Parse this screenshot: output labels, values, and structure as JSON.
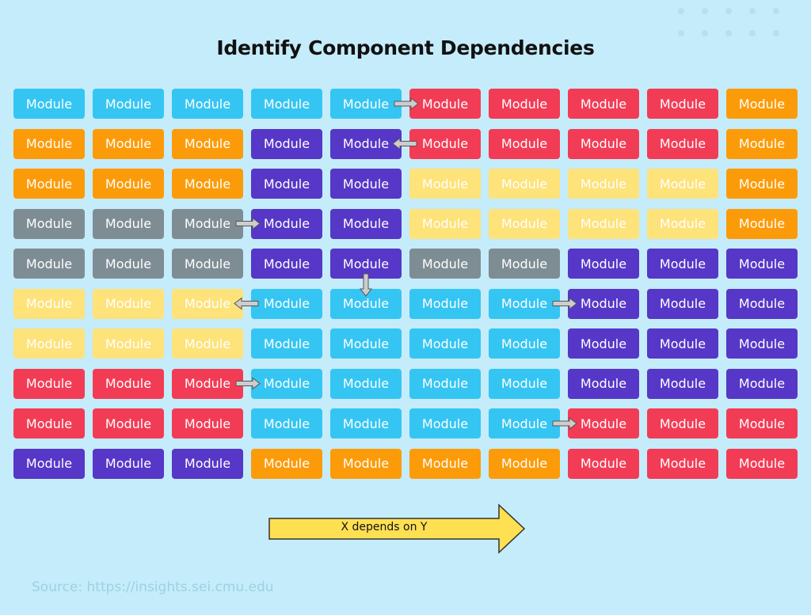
{
  "title": "Identify Component Dependencies",
  "module_label": "Module",
  "colors": {
    "background": "#c5ecfa",
    "cyan": "#35c5f3",
    "red": "#f23c55",
    "orange": "#fc9b09",
    "purple": "#5637c7",
    "yellow": "#fee27a",
    "gray": "#7e8d94",
    "arrow": "#cdcdcd",
    "arrow_outline": "#555555",
    "legend_arrow": "#fee052"
  },
  "grid": {
    "rows": [
      [
        "cyan",
        "cyan",
        "cyan",
        "cyan",
        "cyan",
        "red",
        "red",
        "red",
        "red",
        "orange"
      ],
      [
        "orange",
        "orange",
        "orange",
        "purple",
        "purple",
        "red",
        "red",
        "red",
        "red",
        "orange"
      ],
      [
        "orange",
        "orange",
        "orange",
        "purple",
        "purple",
        "yellow",
        "yellow",
        "yellow",
        "yellow",
        "orange"
      ],
      [
        "gray",
        "gray",
        "gray",
        "purple",
        "purple",
        "yellow",
        "yellow",
        "yellow",
        "yellow",
        "orange"
      ],
      [
        "gray",
        "gray",
        "gray",
        "purple",
        "purple",
        "gray",
        "gray",
        "purple",
        "purple",
        "purple"
      ],
      [
        "yellow",
        "yellow",
        "yellow",
        "cyan",
        "cyan",
        "cyan",
        "cyan",
        "purple",
        "purple",
        "purple"
      ],
      [
        "yellow",
        "yellow",
        "yellow",
        "cyan",
        "cyan",
        "cyan",
        "cyan",
        "purple",
        "purple",
        "purple"
      ],
      [
        "red",
        "red",
        "red",
        "cyan",
        "cyan",
        "cyan",
        "cyan",
        "purple",
        "purple",
        "purple"
      ],
      [
        "red",
        "red",
        "red",
        "cyan",
        "cyan",
        "cyan",
        "cyan",
        "red",
        "red",
        "red"
      ],
      [
        "purple",
        "purple",
        "purple",
        "orange",
        "orange",
        "orange",
        "orange",
        "red",
        "red",
        "red"
      ]
    ]
  },
  "dependencies": [
    {
      "from": [
        0,
        4
      ],
      "to": [
        0,
        5
      ]
    },
    {
      "from": [
        1,
        5
      ],
      "to": [
        1,
        4
      ]
    },
    {
      "from": [
        3,
        2
      ],
      "to": [
        3,
        3
      ]
    },
    {
      "from": [
        4,
        4
      ],
      "to": [
        5,
        4
      ]
    },
    {
      "from": [
        5,
        3
      ],
      "to": [
        5,
        2
      ]
    },
    {
      "from": [
        5,
        6
      ],
      "to": [
        5,
        7
      ]
    },
    {
      "from": [
        7,
        2
      ],
      "to": [
        7,
        3
      ]
    },
    {
      "from": [
        8,
        6
      ],
      "to": [
        8,
        7
      ]
    }
  ],
  "legend": {
    "label": "X depends on Y"
  },
  "source": "Source: https://insights.sei.cmu.edu"
}
